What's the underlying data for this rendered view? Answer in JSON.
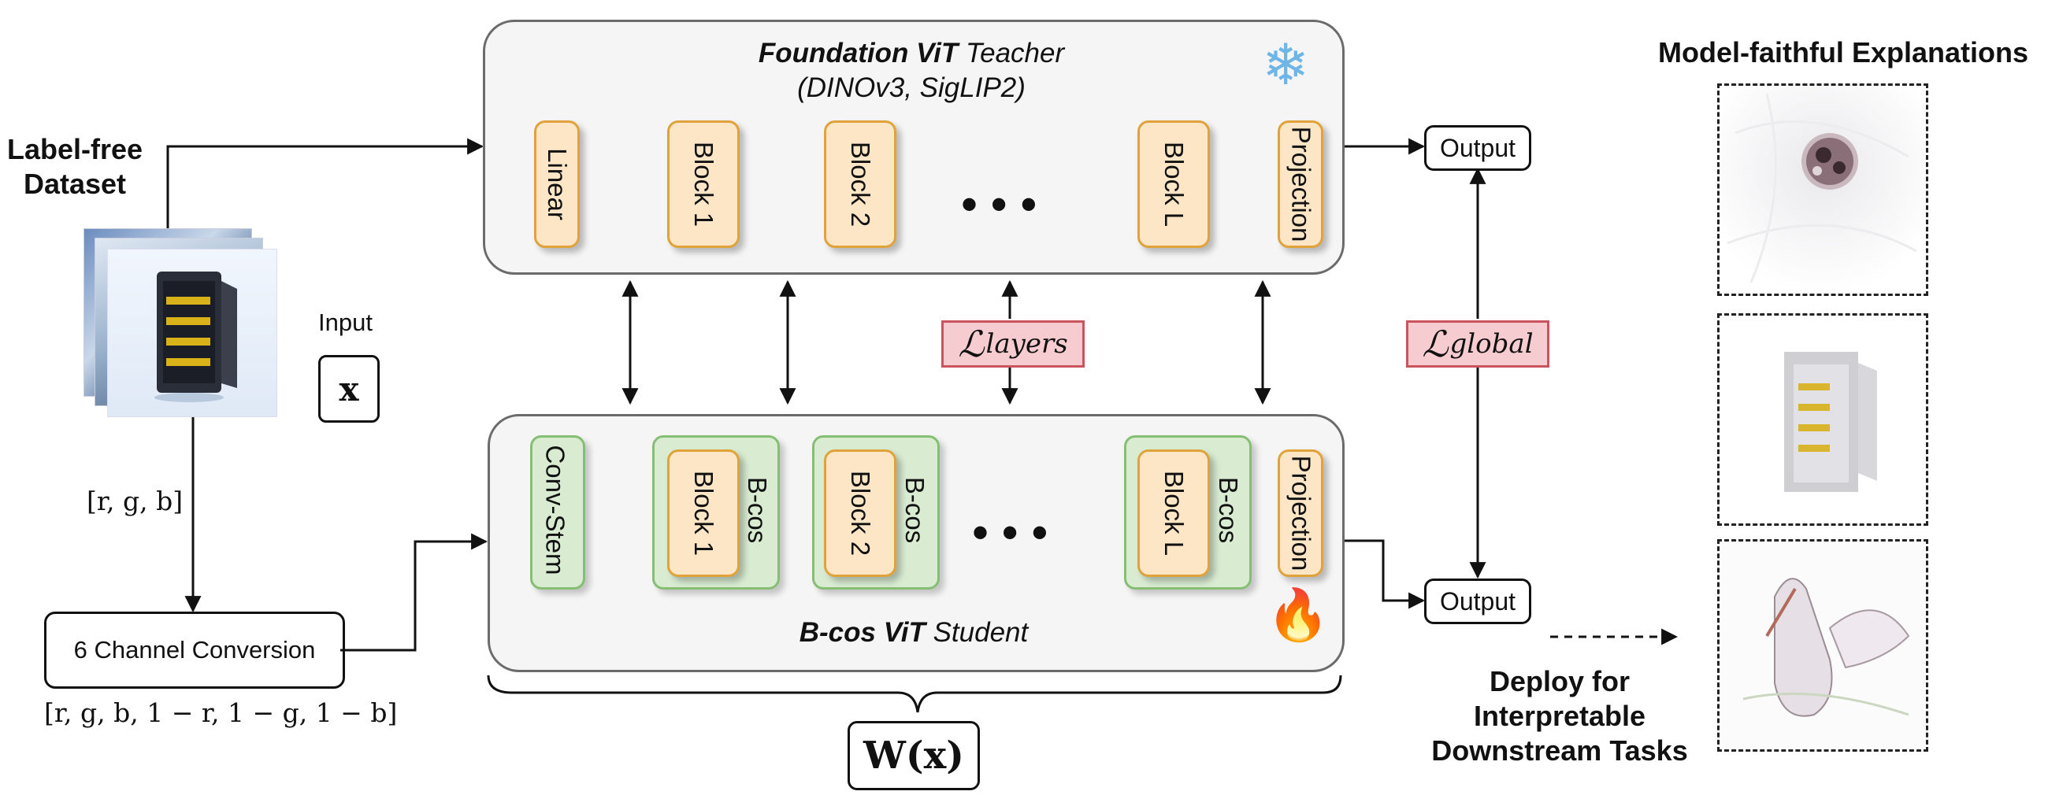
{
  "dataset": {
    "label_line1": "Label-free",
    "label_line2": "Dataset"
  },
  "input": {
    "label": "Input",
    "symbol": "x"
  },
  "rgb_label": "[r, g, b]",
  "six_channel": {
    "label": "6 Channel Conversion",
    "formula": "[r, g, b, 1 − r, 1 − g, 1 − b]"
  },
  "teacher": {
    "title_bold": "Foundation ViT",
    "title_rest": " Teacher",
    "subtitle": "(DINOv3, SigLIP2)",
    "blocks": [
      "Linear",
      "Block 1",
      "Block 2",
      "Block L",
      "Projection"
    ],
    "ellipsis": "• • •",
    "icon": "snowflake-icon",
    "icon_glyph": "❄"
  },
  "student": {
    "title_bold": "B-cos ViT",
    "title_rest": " Student",
    "stem": "Conv-Stem",
    "blocks": [
      "Block 1",
      "Block 2",
      "Block L"
    ],
    "bcos_label": "B-cos",
    "projection": "Projection",
    "ellipsis": "• • •",
    "icon": "fire-icon",
    "icon_glyph": "🔥"
  },
  "losses": {
    "layers_symbol": "ℒ",
    "layers_sub": "layers",
    "global_symbol": "ℒ",
    "global_sub": "global"
  },
  "outputs": {
    "teacher": "Output",
    "student": "Output"
  },
  "weight": {
    "symbol_bold": "W",
    "paren_open": "(",
    "arg": "x",
    "paren_close": ")"
  },
  "explanations": {
    "title": "Model-faithful Explanations"
  },
  "deploy": {
    "line1": "Deploy for",
    "line2": "Interpretable",
    "line3": "Downstream Tasks"
  },
  "colors": {
    "teacher_block": "#fde6c6",
    "bcos_block": "#d9ecd2",
    "loss": "#f7ccd0",
    "panel": "#f5f5f5"
  }
}
